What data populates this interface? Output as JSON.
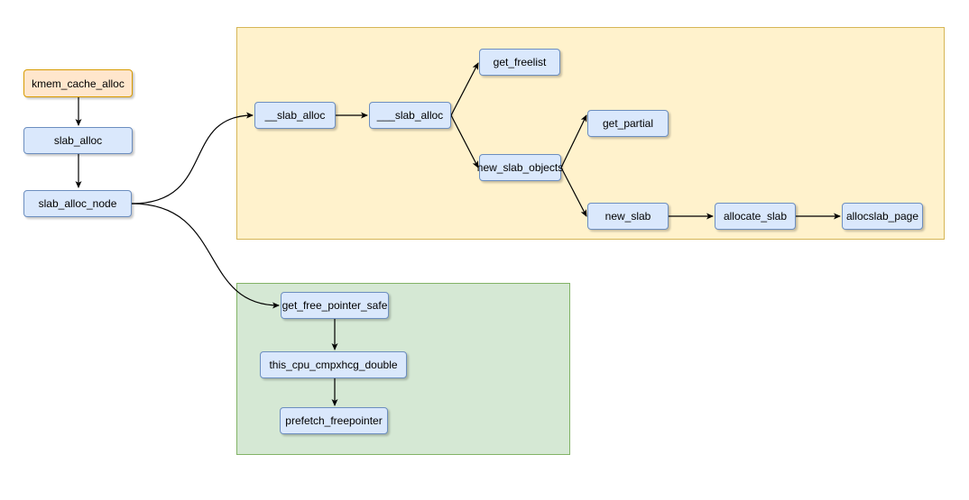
{
  "colors": {
    "node_fill": "#dae8fc",
    "node_stroke": "#6c8ebf",
    "entry_fill": "#ffe6cc",
    "entry_stroke": "#d79b00",
    "group_yellow_fill": "#fff2cc",
    "group_yellow_stroke": "#d6b656",
    "group_green_fill": "#d5e8d4",
    "group_green_stroke": "#82b366",
    "edge": "#000000"
  },
  "nodes": {
    "kmem_cache_alloc": "kmem_cache_alloc",
    "slab_alloc": "slab_alloc",
    "slab_alloc_node": "slab_alloc_node",
    "__slab_alloc": "__slab_alloc",
    "___slab_alloc": "___slab_alloc",
    "get_freelist": "get_freelist",
    "new_slab_objects": "new_slab_objects",
    "get_partial": "get_partial",
    "new_slab": "new_slab",
    "allocate_slab": "allocate_slab",
    "allocslab_page": "allocslab_page",
    "get_free_pointer_safe": "get_free_pointer_safe",
    "this_cpu_cmpxhcg_double": "this_cpu_cmpxhcg_double",
    "prefetch_freepointer": "prefetch_freepointer"
  },
  "edges": [
    [
      "kmem_cache_alloc",
      "slab_alloc"
    ],
    [
      "slab_alloc",
      "slab_alloc_node"
    ],
    [
      "slab_alloc_node",
      "__slab_alloc"
    ],
    [
      "slab_alloc_node",
      "get_free_pointer_safe"
    ],
    [
      "__slab_alloc",
      "___slab_alloc"
    ],
    [
      "___slab_alloc",
      "get_freelist"
    ],
    [
      "___slab_alloc",
      "new_slab_objects"
    ],
    [
      "new_slab_objects",
      "get_partial"
    ],
    [
      "new_slab_objects",
      "new_slab"
    ],
    [
      "new_slab",
      "allocate_slab"
    ],
    [
      "allocate_slab",
      "allocslab_page"
    ],
    [
      "get_free_pointer_safe",
      "this_cpu_cmpxhcg_double"
    ],
    [
      "this_cpu_cmpxhcg_double",
      "prefetch_freepointer"
    ]
  ]
}
